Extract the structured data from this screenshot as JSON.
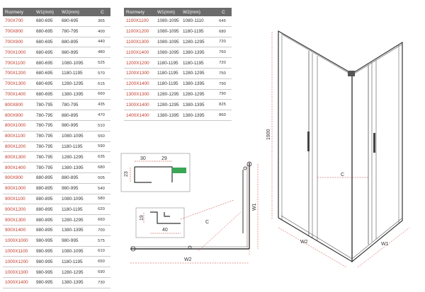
{
  "left_table": {
    "headers": [
      "Rozmery",
      "W1(mm)",
      "W2(mm)",
      "C"
    ],
    "rows": [
      [
        "700X700",
        "680-695",
        "680-695",
        "365"
      ],
      [
        "700X800",
        "680-695",
        "780-795",
        "400"
      ],
      [
        "700X900",
        "680-695",
        "880-895",
        "440"
      ],
      [
        "700X1000",
        "680-695",
        "980-995",
        "480"
      ],
      [
        "700X1100",
        "680-695",
        "1080-1095",
        "525"
      ],
      [
        "700X1200",
        "680-695",
        "1180-1195",
        "570"
      ],
      [
        "700X1300",
        "680-695",
        "1280-1295",
        "615"
      ],
      [
        "700X1400",
        "680-695",
        "1380-1395",
        "660"
      ],
      [
        "800X800",
        "780-795",
        "780-795",
        "435"
      ],
      [
        "800X900",
        "780-795",
        "880-895",
        "470"
      ],
      [
        "800X1000",
        "780-795",
        "980-995",
        "510"
      ],
      [
        "800X1100",
        "780-795",
        "1080-1095",
        "550"
      ],
      [
        "800X1200",
        "780-795",
        "1180-1195",
        "590"
      ],
      [
        "800X1300",
        "780-795",
        "1280-1295",
        "635"
      ],
      [
        "800X1400",
        "780-795",
        "1380-1395",
        "680"
      ],
      [
        "900X900",
        "880-895",
        "880-895",
        "505"
      ],
      [
        "900X1000",
        "880-895",
        "980-995",
        "540"
      ],
      [
        "900X1100",
        "880-895",
        "1080-1095",
        "580"
      ],
      [
        "900X1200",
        "880-895",
        "1180-1195",
        "620"
      ],
      [
        "900X1300",
        "880-895",
        "1280-1295",
        "660"
      ],
      [
        "900X1400",
        "880-895",
        "1380-1395",
        "700"
      ],
      [
        "1000X1000",
        "980-995",
        "980-995",
        "575"
      ],
      [
        "1000X1100",
        "980-995",
        "1080-1095",
        "610"
      ],
      [
        "1000X1200",
        "980-995",
        "1180-1195",
        "650"
      ],
      [
        "1000X1300",
        "980-995",
        "1280-1295",
        "690"
      ],
      [
        "1000X1400",
        "980-995",
        "1380-1395",
        "730"
      ]
    ]
  },
  "right_table": {
    "headers": [
      "Rozmery",
      "W1(mm)",
      "W2(mm)",
      "C"
    ],
    "rows": [
      [
        "1100X1100",
        "1080-1095",
        "1080-1110",
        "645"
      ],
      [
        "1100X1200",
        "1080-1095",
        "1180-1195",
        "680"
      ],
      [
        "1100X1300",
        "1080-1095",
        "1280-1295",
        "720"
      ],
      [
        "1100X1400",
        "1080-1095",
        "1380-1395",
        "760"
      ],
      [
        "1200X1200",
        "1180-1195",
        "1180-1195",
        "720"
      ],
      [
        "1200X1300",
        "1180-1195",
        "1280-1295",
        "750"
      ],
      [
        "1200X1400",
        "1180-1195",
        "1380-1395",
        "790"
      ],
      [
        "1300X1300",
        "1280-1295",
        "1280-1295",
        "790"
      ],
      [
        "1300X1400",
        "1280-1295",
        "1380-1395",
        "825"
      ],
      [
        "1400X1400",
        "1380-1395",
        "1380-1395",
        "860"
      ]
    ]
  },
  "detail_top": {
    "dim_30": "30",
    "dim_29": "29",
    "dim_23": "23"
  },
  "detail_bottom": {
    "dim_19": "19",
    "dim_40": "40"
  },
  "plan_view": {
    "label_c": "C",
    "label_w1": "W1",
    "label_w2": "W2"
  },
  "enclosure_view": {
    "label_height": "1900",
    "label_c": "C",
    "label_w2": "W2",
    "label_w1": "W1"
  }
}
